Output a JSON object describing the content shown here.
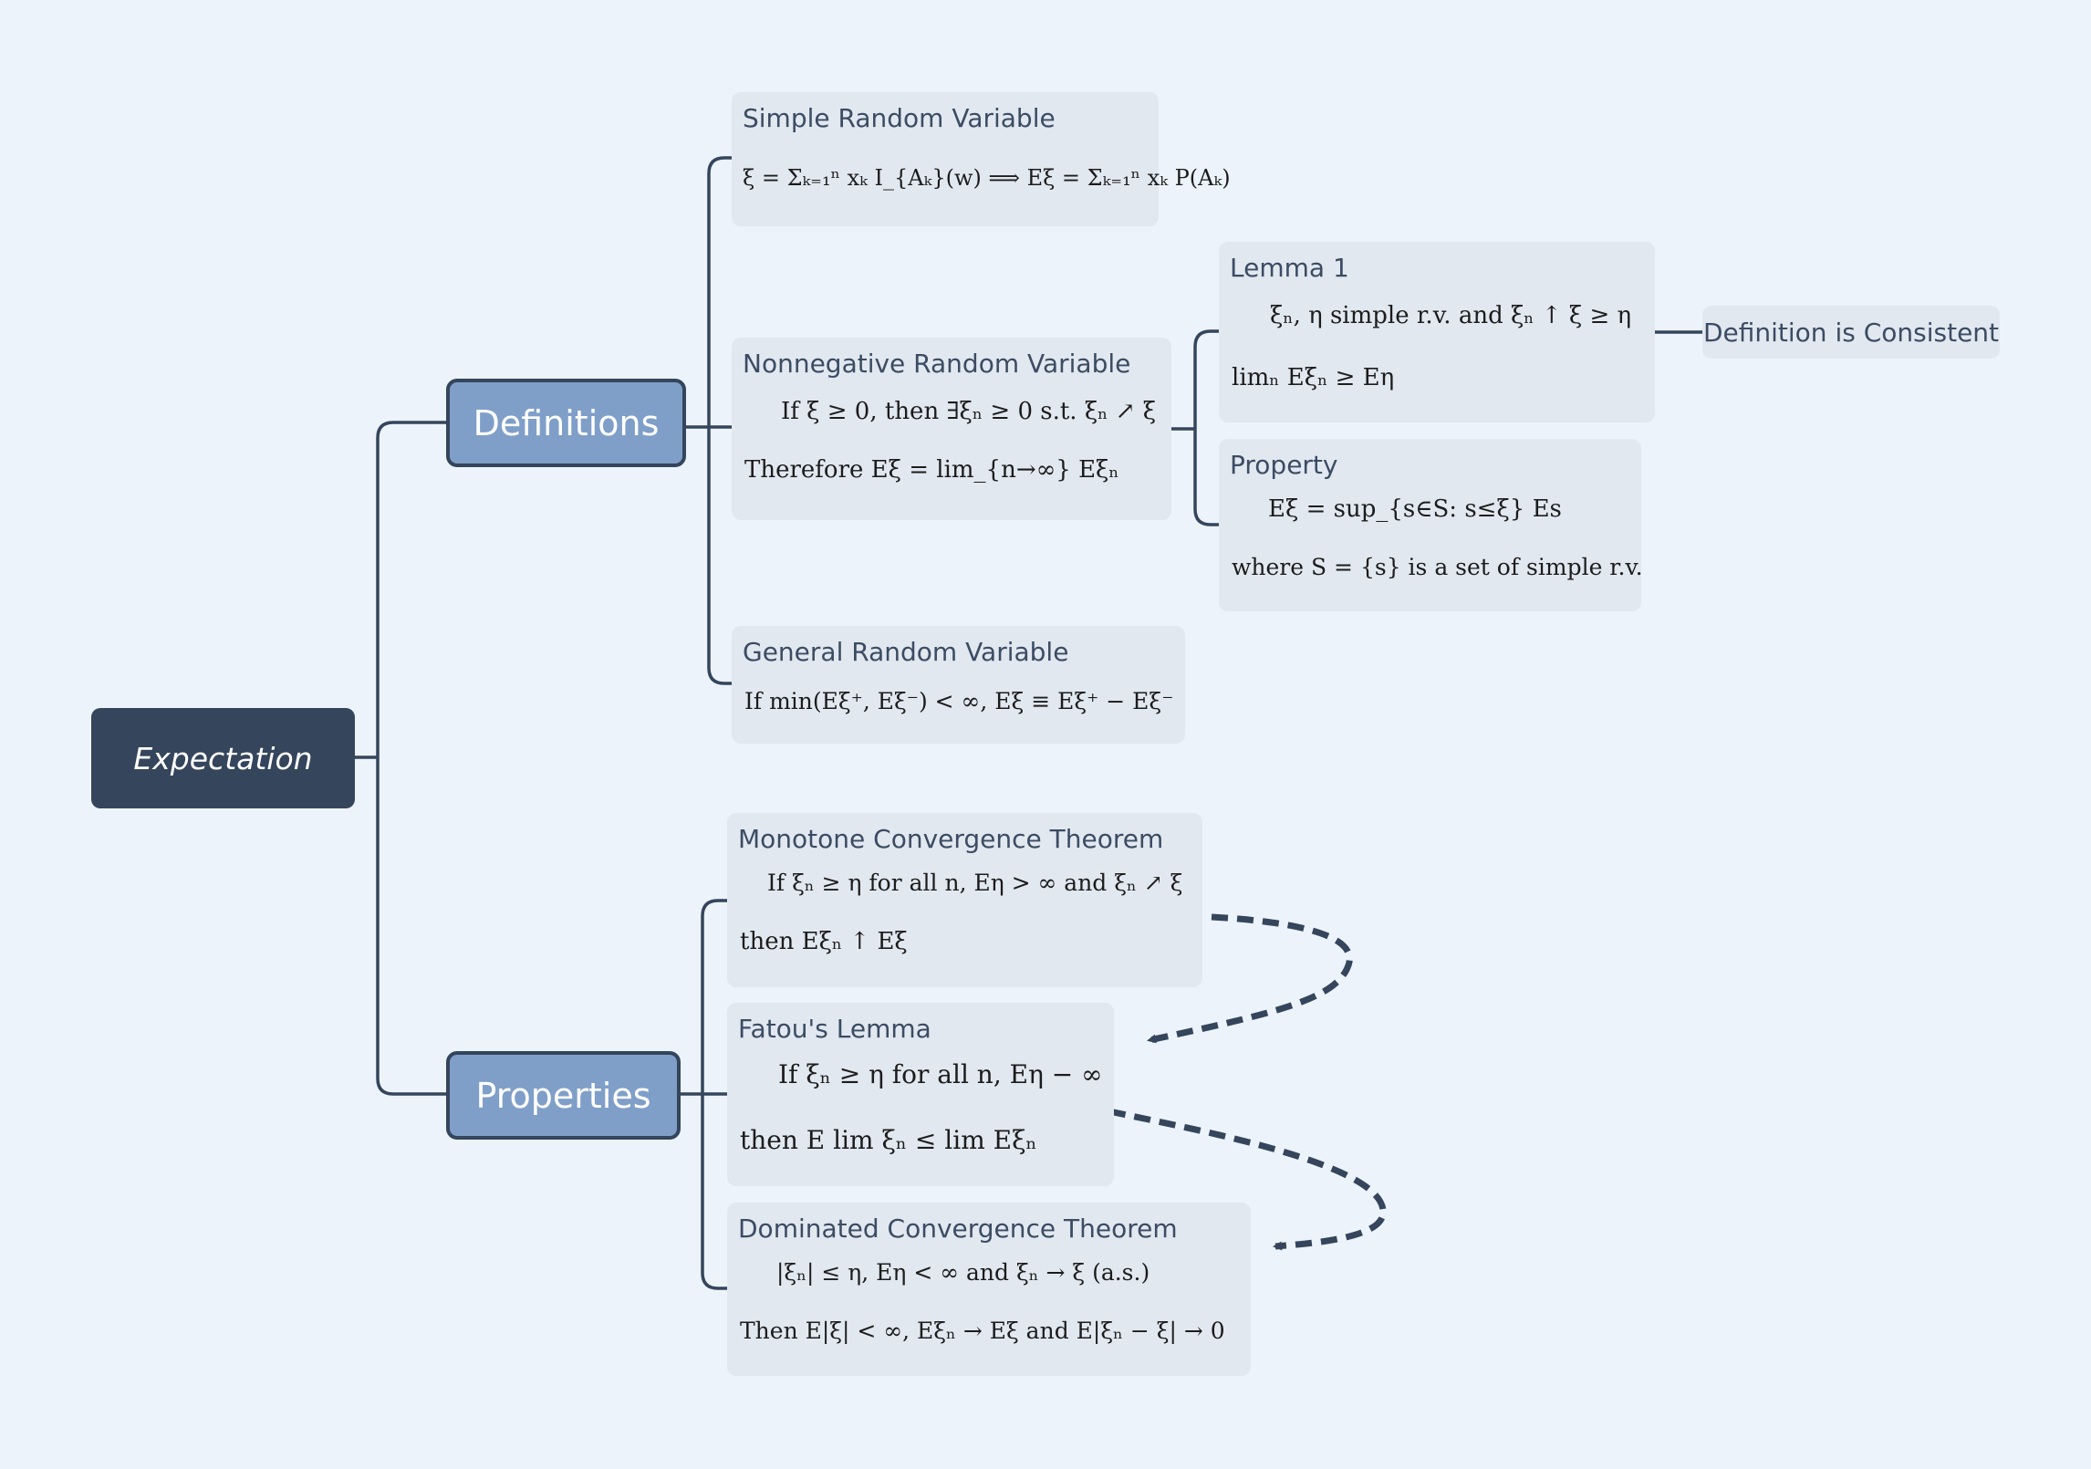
{
  "root": {
    "label": "Expectation"
  },
  "topics": {
    "definitions": "Definitions",
    "properties": "Properties"
  },
  "definitions": {
    "simple": {
      "title": "Simple Random Variable",
      "formula": "ξ = Σₖ₌₁ⁿ xₖ I_{Aₖ}(w)  ⟹  Eξ = Σₖ₌₁ⁿ xₖ P(Aₖ)"
    },
    "nonnegative": {
      "title": "Nonnegative Random Variable",
      "line1": "If ξ ≥ 0,  then ∃ξₙ ≥ 0 s.t.  ξₙ ↗ ξ",
      "line2": "Therefore Eξ = lim_{n→∞} Eξₙ"
    },
    "general": {
      "title": "General Random Variable",
      "line1": "If min(Eξ⁺, Eξ⁻) < ∞, Eξ ≡ Eξ⁺ − Eξ⁻"
    },
    "lemma1": {
      "title": "Lemma 1",
      "line1": "ξₙ, η simple r.v.  and  ξₙ ↑ ξ ≥ η",
      "line2": "limₙ Eξₙ ≥ Eη"
    },
    "property": {
      "title": "Property",
      "line1": "Eξ =  sup_{s∈S: s≤ξ}  Es",
      "line2": "where S = {s} is a set of simple r.v."
    },
    "consistent": "Definition is Consistent"
  },
  "properties": {
    "monotone": {
      "title": "Monotone Convergence Theorem",
      "line1": "If ξₙ ≥ η for all n, Eη > ∞ and ξₙ ↗ ξ",
      "line2": "then Eξₙ ↑ Eξ"
    },
    "fatou": {
      "title": "Fatou's Lemma",
      "line1": "If ξₙ ≥ η for all n, Eη − ∞",
      "line2": "then E lim ξₙ ≤ lim Eξₙ"
    },
    "dominated": {
      "title": "Dominated Convergence Theorem",
      "line1": "|ξₙ| ≤ η, Eη < ∞ and ξₙ → ξ (a.s.)",
      "line2": "Then E|ξ| < ∞, Eξₙ → Eξ and E|ξₙ − ξ| → 0"
    }
  },
  "colors": {
    "background": "#ecf3fa",
    "root": "#34455c",
    "topic": "#7f9fc8",
    "card": "#e2e8f0",
    "line": "#34455c"
  }
}
